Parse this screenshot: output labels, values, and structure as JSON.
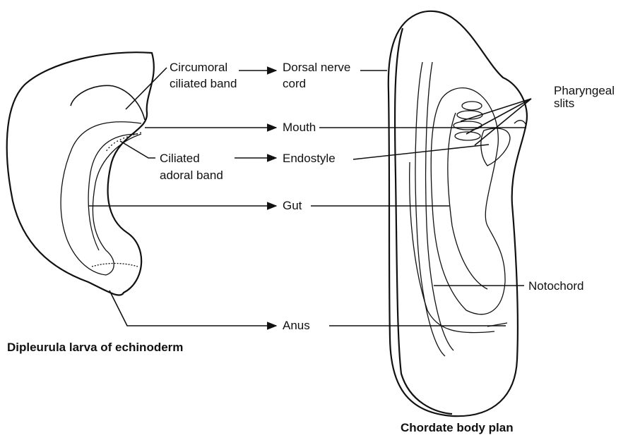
{
  "labels": {
    "circumoral_1": "Circumoral",
    "circumoral_2": "ciliated band",
    "ciliated_1": "Ciliated",
    "ciliated_2": "adoral band",
    "dorsal_1": "Dorsal nerve",
    "dorsal_2": "cord",
    "mouth": "Mouth",
    "endostyle": "Endostyle",
    "gut": "Gut",
    "anus": "Anus",
    "pharyngeal_1": "Pharyngeal",
    "pharyngeal_2": "slits",
    "notochord": "Notochord"
  },
  "captions": {
    "larva": "Dipleurula larva of echinoderm",
    "chordate": "Chordate body plan"
  }
}
